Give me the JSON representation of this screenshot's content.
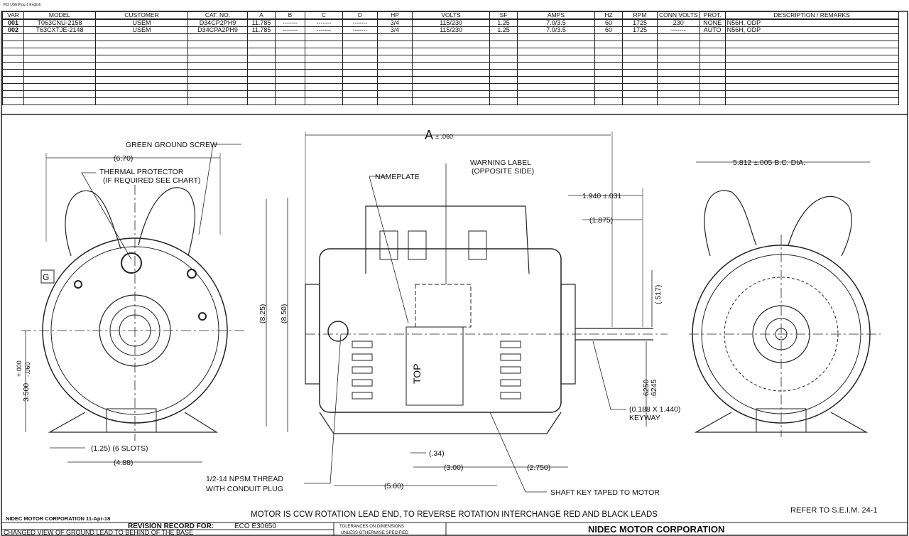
{
  "doc_id": "V02 USEM pg 1 English",
  "table": {
    "headers": [
      "VAR",
      "MODEL",
      "CUSTOMER",
      "CAT. NO.",
      "A",
      "B",
      "C",
      "D",
      "HP",
      "VOLTS",
      "SF",
      "AMPS",
      "HZ",
      "RPM",
      "CONN VOLTS",
      "PROT.",
      "DESCRIPTION / REMARKS"
    ],
    "rows": [
      [
        "001",
        "T063CNU-2158",
        "USEM",
        "D34CP2PH9",
        "11.785",
        "-------",
        "-------",
        "-------",
        "3/4",
        "115/230",
        "1.25",
        "7.0/3.5",
        "60",
        "1725",
        "230",
        "NONE",
        "N56H, ODP"
      ],
      [
        "002",
        "T63CXTJE-2148",
        "USEM",
        "D34CPA2PH9",
        "11.785",
        "-------",
        "-------",
        "-------",
        "3/4",
        "115/230",
        "1.25",
        "7.0/3.5",
        "60",
        "1725",
        "-------",
        "AUTO",
        "N56H, ODP"
      ]
    ]
  },
  "labels": {
    "green_ground_screw": "GREEN GROUND SCREW",
    "dim_670": "(6.70)",
    "thermal_protector": "THERMAL PROTECTOR",
    "thermal_note": "(IF REQUIRED SEE CHART)",
    "dim_825": "(8.25)",
    "dim_850": "(8.50)",
    "dim_3500": "3.500",
    "tol_plus": "+.000",
    "tol_minus": "-.060",
    "slots": "(1.25) (6 SLOTS)",
    "dim_488": "(4.88)",
    "ground_badge": "G",
    "dim_a": "A",
    "dim_a_tol": "± .060",
    "warning_label": "WARNING  LABEL",
    "warning_side": "(OPPOSITE SIDE)",
    "nameplate": "NAMEPLATE",
    "top": "TOP",
    "dim_1940": "1.940 ±.031",
    "dim_1875": "(1.875)",
    "bc_dia": "5.812 ±.005 B.C. DIA.",
    "dim_517": "(.517)",
    "shaft_dia_1": ".6250",
    "shaft_dia_2": ".6245",
    "keyway_dim": "(0.188 X 1.440)",
    "keyway": "KEYWAY",
    "dim_34": "(.34)",
    "dim_300": "(3.00)",
    "dim_2750": "(2.750)",
    "dim_500": "(5.00)",
    "npsm_1": "1/2-14 NPSM THREAD",
    "npsm_2": "WITH CONDUIT PLUG",
    "shaft_key": "SHAFT KEY TAPED TO MOTOR"
  },
  "footer": {
    "company_date": "NIDEC MOTOR CORPORATION 11-Apr-18",
    "rotation_note": "MOTOR IS CCW ROTATION LEAD END, TO REVERSE ROTATION INTERCHANGE RED AND BLACK LEADS",
    "refer": "REFER TO S.E.I.M. 24-1",
    "revision_record": "REVISION RECORD FOR:",
    "eco": "ECO E30650",
    "tolerances": "TOLERANCES ON DIMENSIONS",
    "unless": "UNLESS OTHERWISE SPECIFIED",
    "company": "NIDEC MOTOR CORPORATION",
    "change_note": "CHANGED VIEW OF GROUND LEAD TO BEHIND OF THE BASE"
  }
}
